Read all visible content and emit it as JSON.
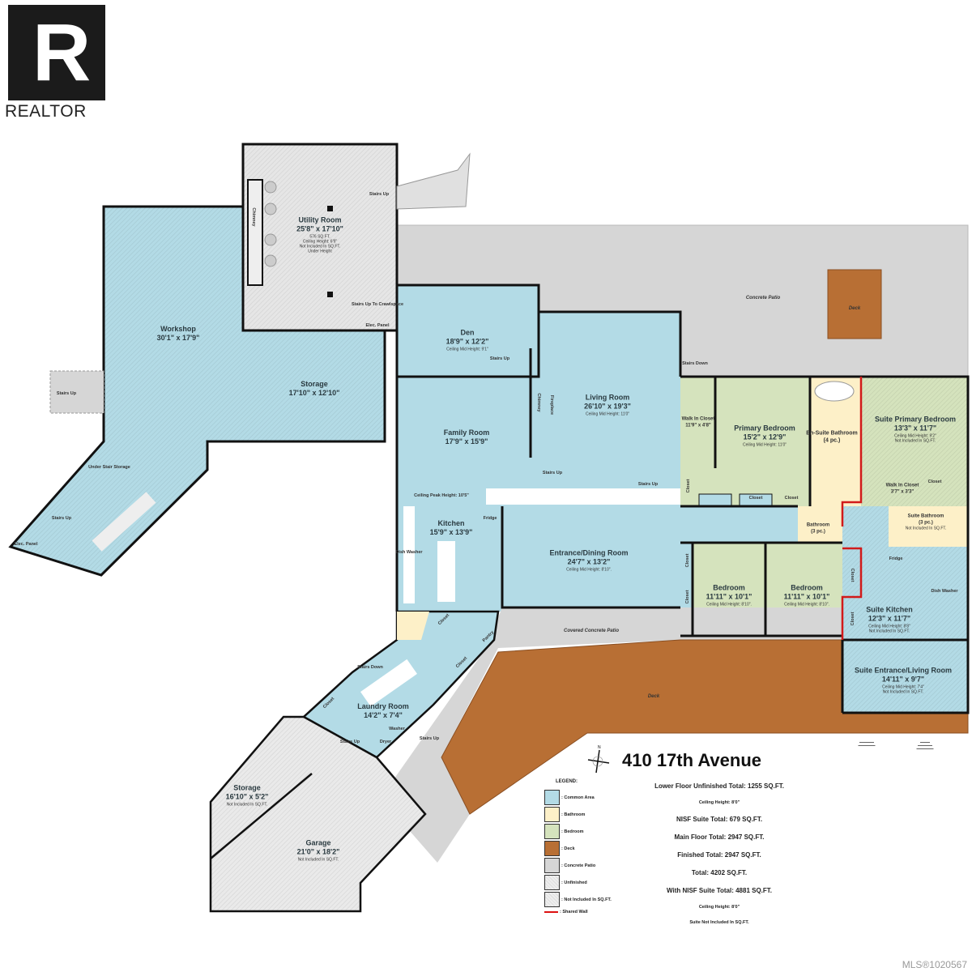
{
  "logo": {
    "text": "REALTOR",
    "mark": "R"
  },
  "title": "410 17th Avenue",
  "compass_letter": "N",
  "colors": {
    "common_area": "#b3dbe6",
    "bathroom": "#fdf0c8",
    "bedroom": "#d5e3bd",
    "deck": "#b86f34",
    "concrete_patio": "#d6d6d6",
    "unfinished": "#eaeaea",
    "shared_wall": "#d11a1a",
    "wall": "#111111"
  },
  "rooms": [
    {
      "name": "Utility Room",
      "dims": "25'8\" x 17'10\"",
      "notes": [
        "576 SQ.FT.",
        "Ceiling Height: 6'9\"",
        "Not Included In SQ.FT.",
        "Under Height"
      ]
    },
    {
      "name": "Workshop",
      "dims": "30'1\" x 17'9\"",
      "notes": []
    },
    {
      "name": "Storage",
      "dims": "17'10\" x 12'10\"",
      "notes": []
    },
    {
      "name": "Den",
      "dims": "18'9\" x 12'2\"",
      "notes": [
        "Ceiling Mid Height: 9'1\""
      ]
    },
    {
      "name": "Living Room",
      "dims": "26'10\" x 19'3\"",
      "notes": [
        "Ceiling Mid Height: 11'0\""
      ]
    },
    {
      "name": "Family Room",
      "dims": "17'9\" x 15'9\"",
      "notes": []
    },
    {
      "name": "Kitchen",
      "dims": "15'9\" x 13'9\"",
      "notes": []
    },
    {
      "name": "Entrance/Dining Room",
      "dims": "24'7\" x 13'2\"",
      "notes": [
        "Ceiling Mid Height: 8'10\"."
      ]
    },
    {
      "name": "Walk In Closet",
      "dims": "11'9\" x 4'8\"",
      "notes": []
    },
    {
      "name": "Primary Bedroom",
      "dims": "15'2\" x 12'9\"",
      "notes": [
        "Ceiling Mid Height: 11'0\""
      ]
    },
    {
      "name": "En-Suite Bathroom",
      "dims": "(4 pc.)",
      "notes": []
    },
    {
      "name": "Suite Primary Bedroom",
      "dims": "13'3\" x 11'7\"",
      "notes": [
        "Ceiling Mid Height: 9'2\"",
        "Not Included In SQ.FT."
      ]
    },
    {
      "name": "Walk In Closet",
      "dims": "3'7\" x 3'3\"",
      "notes": []
    },
    {
      "name": "Bathroom",
      "dims": "(3 pc.)",
      "notes": []
    },
    {
      "name": "Suite Bathroom",
      "dims": "(3 pc.)",
      "notes": [
        "Not Included In SQ.FT."
      ]
    },
    {
      "name": "Bedroom",
      "dims": "11'11\" x 10'1\"",
      "notes": [
        "Ceiling Mid Height: 8'10\"."
      ]
    },
    {
      "name": "Bedroom",
      "dims": "11'11\" x 10'1\"",
      "notes": [
        "Ceiling Mid Height: 8'10\"."
      ]
    },
    {
      "name": "Suite Kitchen",
      "dims": "12'3\" x 11'7\"",
      "notes": [
        "Ceiling Mid Height: 8'8\"",
        "Not Included In SQ.FT."
      ]
    },
    {
      "name": "Suite Entrance/Living Room",
      "dims": "14'11\" x 9'7\"",
      "notes": [
        "Ceiling Mid Height: 7'4\"",
        "Not Included In SQ.FT."
      ]
    },
    {
      "name": "Laundry Room",
      "dims": "14'2\" x 7'4\"",
      "notes": []
    },
    {
      "name": "Storage",
      "dims": "16'10\" x 5'2\"",
      "notes": [
        "Not Included In SQ.FT."
      ]
    },
    {
      "name": "Garage",
      "dims": "21'0\" x 18'2\"",
      "notes": [
        "Not Included In SQ.FT."
      ]
    }
  ],
  "labels": {
    "concrete_patio": "Concrete Patio",
    "deck_top": "Deck",
    "deck_bottom": "Deck",
    "covered_patio": "Covered Concrete Patio",
    "stairs_up": "Stairs Up",
    "stairs_down": "Stairs Down",
    "closet": "Closet",
    "pantry": "Pantry",
    "chimney": "Chimney",
    "fireplace": "Fireplace",
    "under_stair": "Under Stair Storage",
    "elec_panel": "Elec. Panel",
    "fridge": "Fridge",
    "dishwasher": "Dish Washer",
    "washer": "Washer",
    "dryer": "Dryer",
    "ceiling_peak": "Ceiling Peak Height: 10'5\"",
    "stairs_crawlspace": "Stairs Up To Crawlspace"
  },
  "legend": {
    "title": "LEGEND:",
    "items": [
      {
        "label": ": Common Area",
        "color": "#b3dbe6"
      },
      {
        "label": ": Bathroom",
        "color": "#fdf0c8"
      },
      {
        "label": ": Bedroom",
        "color": "#d5e3bd"
      },
      {
        "label": ": Deck",
        "color": "#b86f34"
      },
      {
        "label": ": Concrete Patio",
        "color": "#d6d6d6"
      },
      {
        "label": ": Unfinished",
        "color": "#eaeaea"
      },
      {
        "label": ": Not Included In SQ.FT.",
        "color": "#eaeaea"
      },
      {
        "label": ": Shared Wall",
        "color": "#d11a1a"
      }
    ]
  },
  "totals": {
    "lower_unfinished": "Lower Floor Unfinished Total: 1255 SQ.FT.",
    "ceiling_1": "Ceiling Height: 8'0\"",
    "nisf_suite": "NISF Suite Total: 679 SQ.FT.",
    "main_floor": "Main Floor Total: 2947 SQ.FT.",
    "finished": "Finished Total: 2947 SQ.FT.",
    "total": "Total: 4202 SQ.FT.",
    "with_nisf": "With NISF Suite Total: 4881 SQ.FT.",
    "ceiling_2": "Ceiling Height: 8'0\"",
    "suite_note": "Suite Not Included In SQ.FT."
  },
  "mls": "MLS®1020567"
}
